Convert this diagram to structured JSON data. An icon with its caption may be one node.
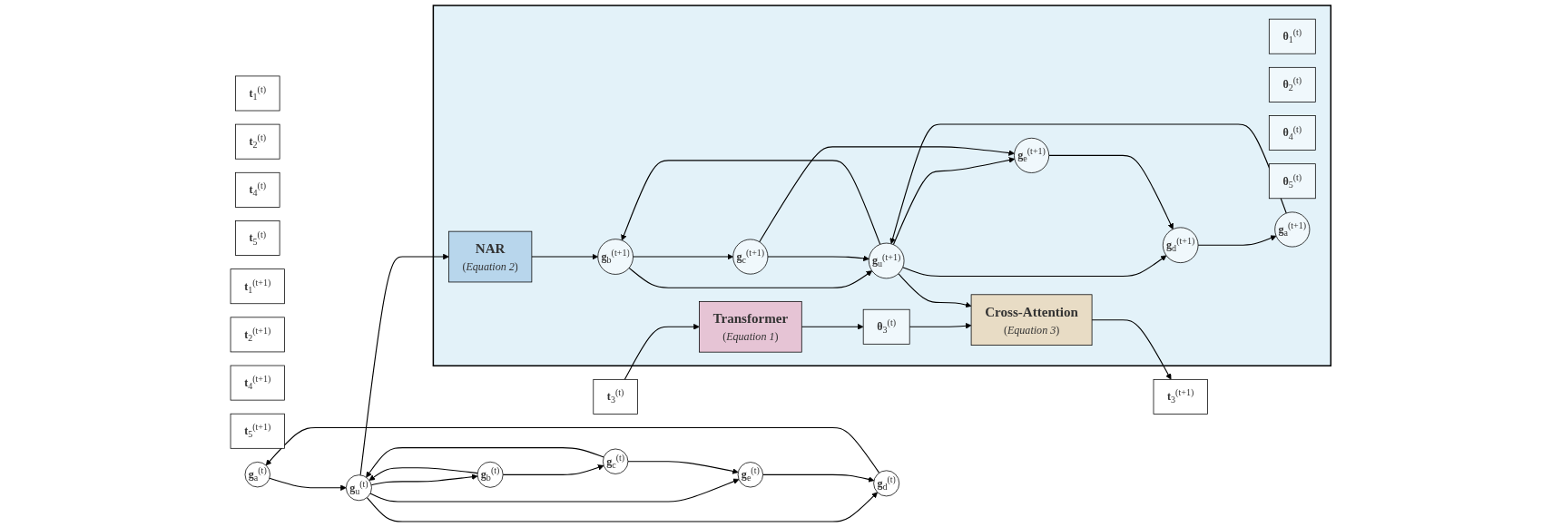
{
  "diagram": {
    "nodes": [
      {
        "text": [
          "**t**$_{1}$$^{(t)}$"
        ]
      },
      {
        "text": [
          "**t**$_{2}$$^{(t)}$"
        ]
      },
      {
        "text": [
          "**t**$_{3}$$^{(t)}$"
        ]
      },
      {
        "text": [
          "**t**$_{4}$$^{(t)}$"
        ]
      },
      {
        "text": [
          "**t**$_{5}$$^{(t)}$"
        ]
      },
      {
        "text": [],
        "shape": "box"
      },
      {
        "text": [
          "Transformer",
          "(*Equation 1*)"
        ],
        "in": 5
      },
      {
        "text": [
          "**θ**$_{1}$$^{(t)}$"
        ],
        "in": 5
      },
      {
        "text": [
          "**θ**$_{2}$$^{(t)}$"
        ],
        "in": 5
      },
      {
        "text": [
          "**θ**$_{3}$$^{(t)}$"
        ],
        "in": 5
      },
      {
        "text": [
          "**θ**$_{4}$$^{(t)}$"
        ],
        "in": 5
      },
      {
        "text": [
          "**θ**$_{5}$$^{(t)}$"
        ],
        "in": 5
      },
      {
        "text": [
          "Cross-Attention",
          "(*Equation 3*)"
        ],
        "in": 5
      },
      {
        "text": [
          "**t**$_{1}$$^{(t+1)}$"
        ]
      },
      {
        "text": [
          "**t**$_{2}$$^{(t+1)}$"
        ]
      },
      {
        "text": [
          "**t**$_{3}$$^{(t+1)}$"
        ]
      },
      {
        "text": [
          "**t**$_{4}$$^{(t+1)}$"
        ]
      },
      {
        "text": [
          "**t**$_{5}$$^{(t+1)}$"
        ]
      },
      {
        "text": [
          "**g**$_{a}$$^{(t)}$"
        ]
      },
      {
        "text": [
          "**g**$_{d}$$^{(t)}$"
        ]
      },
      {
        "text": [
          "**g**$_{b}$$^{(t)}$"
        ]
      },
      {
        "text": [
          "**g**$_{u}$$^{(t)}$"
        ]
      },
      {
        "text": [
          "**g**$_{c}$$^{(t)}$"
        ]
      },
      {
        "text": [
          "**g**$_{e}$$^{(t)}$"
        ]
      },
      {
        "text": [
          "NAR",
          "(*Equation 2*)"
        ],
        "in": 5
      },
      {
        "text": [
          "**g**$_{a}$$^{(t+1)}$"
        ],
        "in": 5
      },
      {
        "text": [
          "**g**$_{d}$$^{(t+1)}$"
        ],
        "in": 5
      },
      {
        "text": [
          "**g**$_{b}$$^{(t+1)}$"
        ],
        "in": 5
      },
      {
        "text": [
          "**g**$_{u}$$^{(t+1)}$"
        ],
        "in": 5
      },
      {
        "text": [
          "**g**$_{c}$$^{(t+1)}$"
        ],
        "in": 5
      },
      {
        "text": [
          "**g**$_{e}$$^{(t+1)}$"
        ],
        "in": 5
      }
    ],
    "edges": [
      {
        "from": 2,
        "to": 6,
        "arrow": "to"
      },
      {
        "from": 6,
        "to": 9,
        "arrow": "to"
      },
      {
        "from": 9,
        "to": 12,
        "arrow": "to"
      },
      {
        "from": 12,
        "to": 15,
        "arrow": "to"
      },
      {
        "from": 21,
        "to": 24,
        "arrow": "to"
      },
      {
        "from": 24,
        "to": 27,
        "arrow": "to"
      },
      {
        "from": 28,
        "to": 12,
        "arrow": "to"
      },
      {
        "from": 19,
        "to": 18,
        "arrow": "to"
      },
      {
        "from": 18,
        "to": 21,
        "arrow": "to"
      },
      {
        "from": 20,
        "to": 21,
        "arrow": "to"
      },
      {
        "from": 21,
        "to": 20,
        "arrow": "to"
      },
      {
        "from": 20,
        "to": 22,
        "arrow": "to"
      },
      {
        "from": 22,
        "to": 21,
        "arrow": "to"
      },
      {
        "from": 21,
        "to": 19,
        "arrow": "to"
      },
      {
        "from": 21,
        "to": 23,
        "arrow": "to"
      },
      {
        "from": 22,
        "to": 23,
        "arrow": "to"
      },
      {
        "from": 23,
        "to": 19,
        "arrow": "to"
      },
      {
        "from": 26,
        "to": 25,
        "arrow": "to"
      },
      {
        "from": 25,
        "to": 28,
        "arrow": "to"
      },
      {
        "from": 27,
        "to": 28,
        "arrow": "to"
      },
      {
        "from": 28,
        "to": 27,
        "arrow": "to"
      },
      {
        "from": 27,
        "to": 29,
        "arrow": "to"
      },
      {
        "from": 29,
        "to": 28,
        "arrow": "to"
      },
      {
        "from": 28,
        "to": 26,
        "arrow": "to"
      },
      {
        "from": 28,
        "to": 30,
        "arrow": "to"
      },
      {
        "from": 29,
        "to": 30,
        "arrow": "to"
      },
      {
        "from": 30,
        "to": 26,
        "arrow": "to"
      }
    ]
  }
}
